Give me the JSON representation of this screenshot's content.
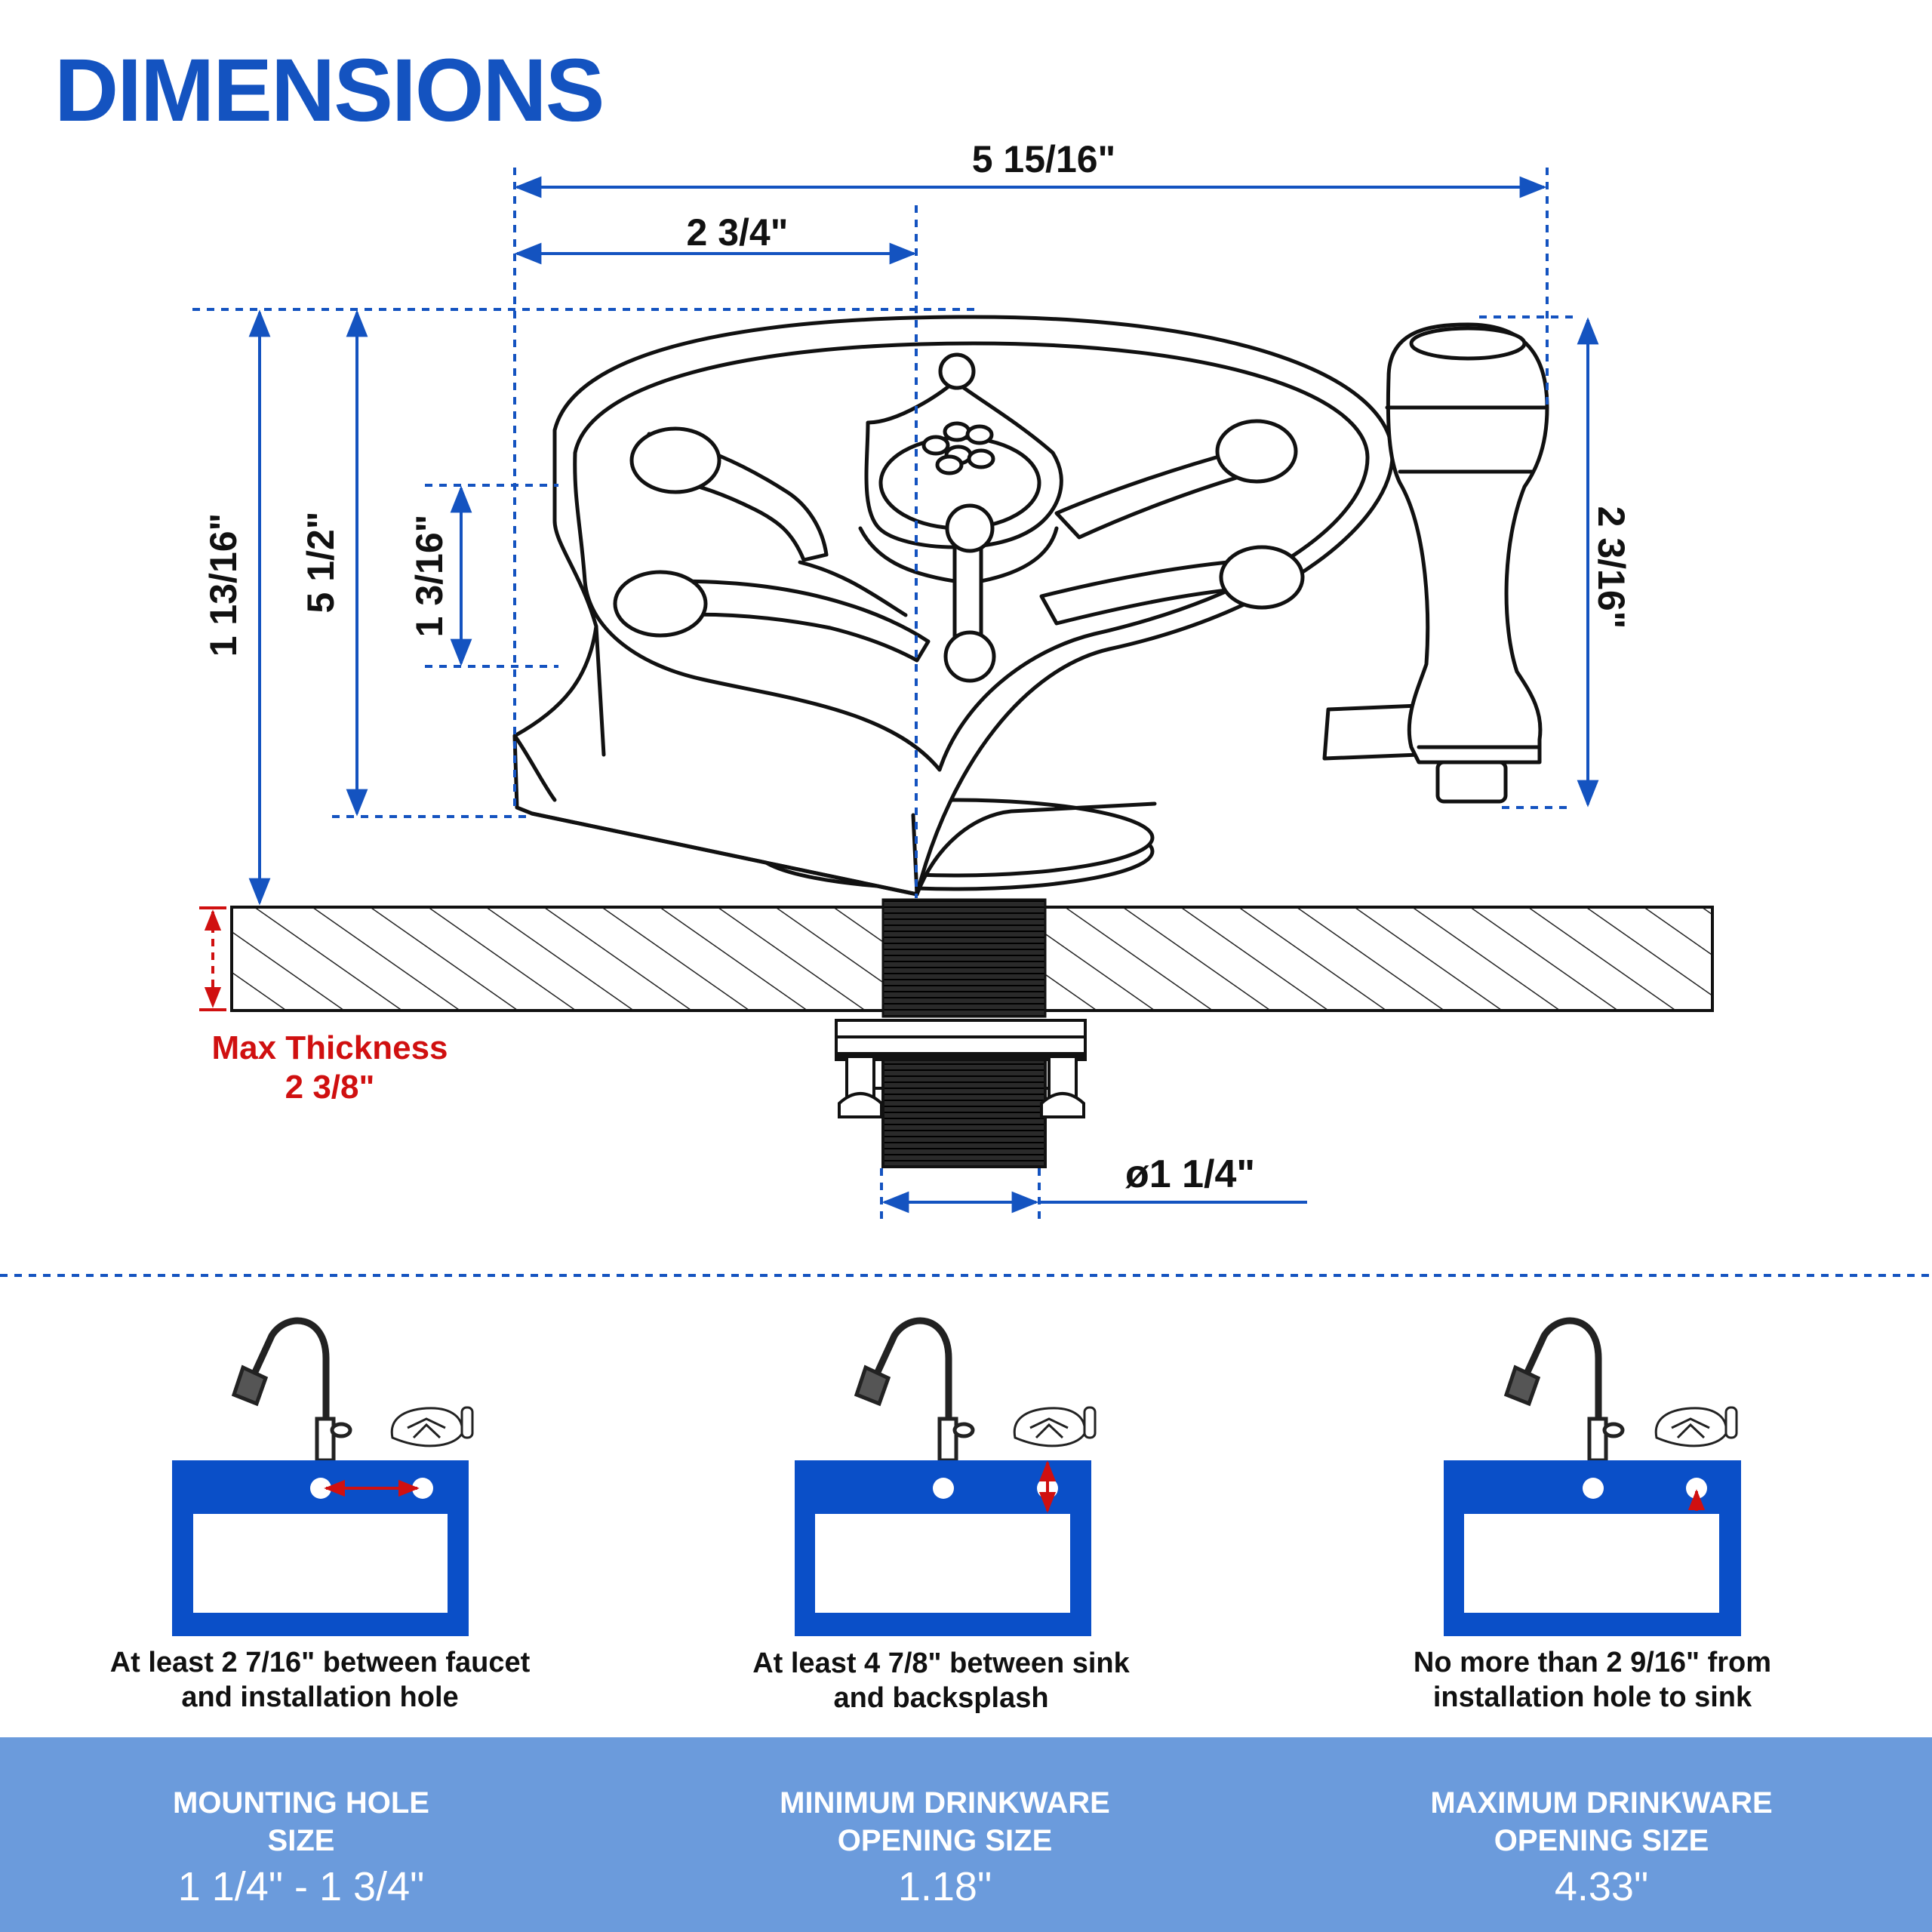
{
  "title": "DIMENSIONS",
  "colors": {
    "brand_blue": "#1453c0",
    "sink_blue": "#0a4fc8",
    "panel_blue": "#6b9bdc",
    "warning_red": "#d01010"
  },
  "dimensions": {
    "overall_width": "5 15/16\"",
    "center_to_edge": "2 3/4\"",
    "total_height": "1 13/16\"",
    "bowl_height": "5 1/2\"",
    "spray_height": "1 3/16\"",
    "handle_height": "2 3/16\"",
    "max_thickness_label": "Max Thickness",
    "max_thickness_value": "2 3/8\"",
    "shank_diameter": "ø1 1/4\""
  },
  "install_guides": [
    {
      "line1": "At least 2 7/16\" between faucet",
      "line2": "and installation hole"
    },
    {
      "line1": "At least 4 7/8\" between sink",
      "line2": "and backsplash"
    },
    {
      "line1": "No more than 2 9/16\" from",
      "line2": "installation hole to sink"
    }
  ],
  "specs": [
    {
      "label_line1": "MOUNTING HOLE",
      "label_line2": "SIZE",
      "value": "1 1/4\" - 1 3/4\""
    },
    {
      "label_line1": "MINIMUM DRINKWARE",
      "label_line2": "OPENING SIZE",
      "value": "1.18\""
    },
    {
      "label_line1": "MAXIMUM DRINKWARE",
      "label_line2": "OPENING SIZE",
      "value": "4.33\""
    }
  ]
}
